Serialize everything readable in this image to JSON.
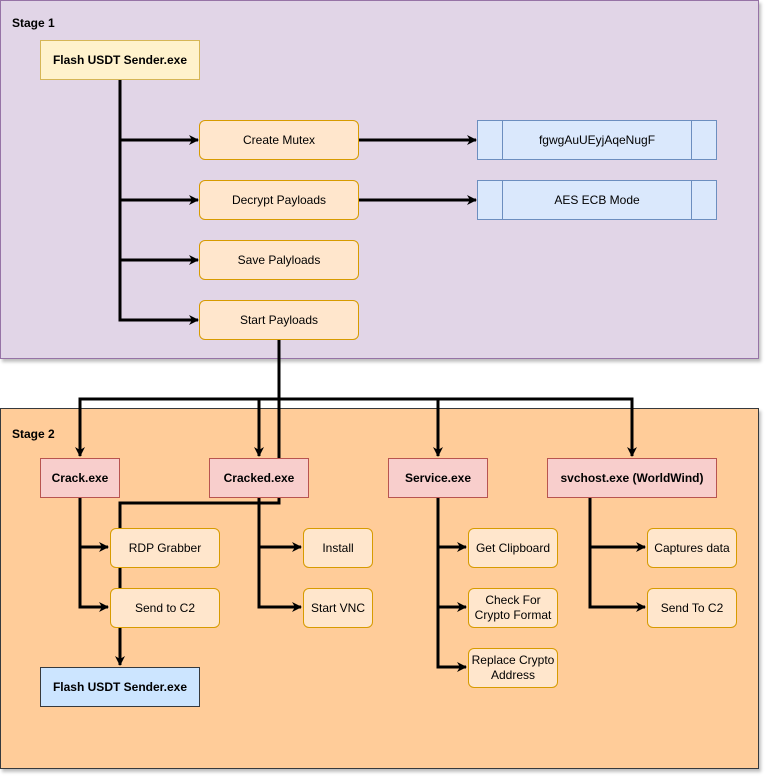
{
  "stage1": {
    "label": "Stage 1",
    "root": "Flash USDT Sender.exe",
    "actions": [
      "Create Mutex",
      "Decrypt Payloads",
      "Save Palyloads",
      "Start Payloads"
    ],
    "details": [
      "fgwgAuUEyjAqeNugF",
      "AES ECB Mode"
    ]
  },
  "stage2": {
    "label": "Stage 2",
    "processes": [
      {
        "name": "Crack.exe",
        "actions": [
          "RDP Grabber",
          "Send to C2"
        ]
      },
      {
        "name": "Cracked.exe",
        "actions": [
          "Install",
          "Start VNC"
        ]
      },
      {
        "name": "Service.exe",
        "actions": [
          "Get Clipboard",
          "Check For Crypto Format",
          "Replace Crypto Address"
        ]
      },
      {
        "name": "svchost.exe (WorldWind)",
        "actions": [
          "Captures data",
          "Send To C2"
        ]
      }
    ],
    "dropped": "Flash USDT Sender.exe"
  },
  "colors": {
    "stage1_fill": "#e1d5e7",
    "stage1_border": "#9673a6",
    "stage2_fill": "#ffcc99",
    "stage2_border": "#36393d",
    "root_fill": "#fff2cc",
    "action_fill": "#ffe6cc",
    "detail_fill": "#dae8fc",
    "process_fill": "#f8cecc",
    "dropped_fill": "#cce5ff"
  }
}
